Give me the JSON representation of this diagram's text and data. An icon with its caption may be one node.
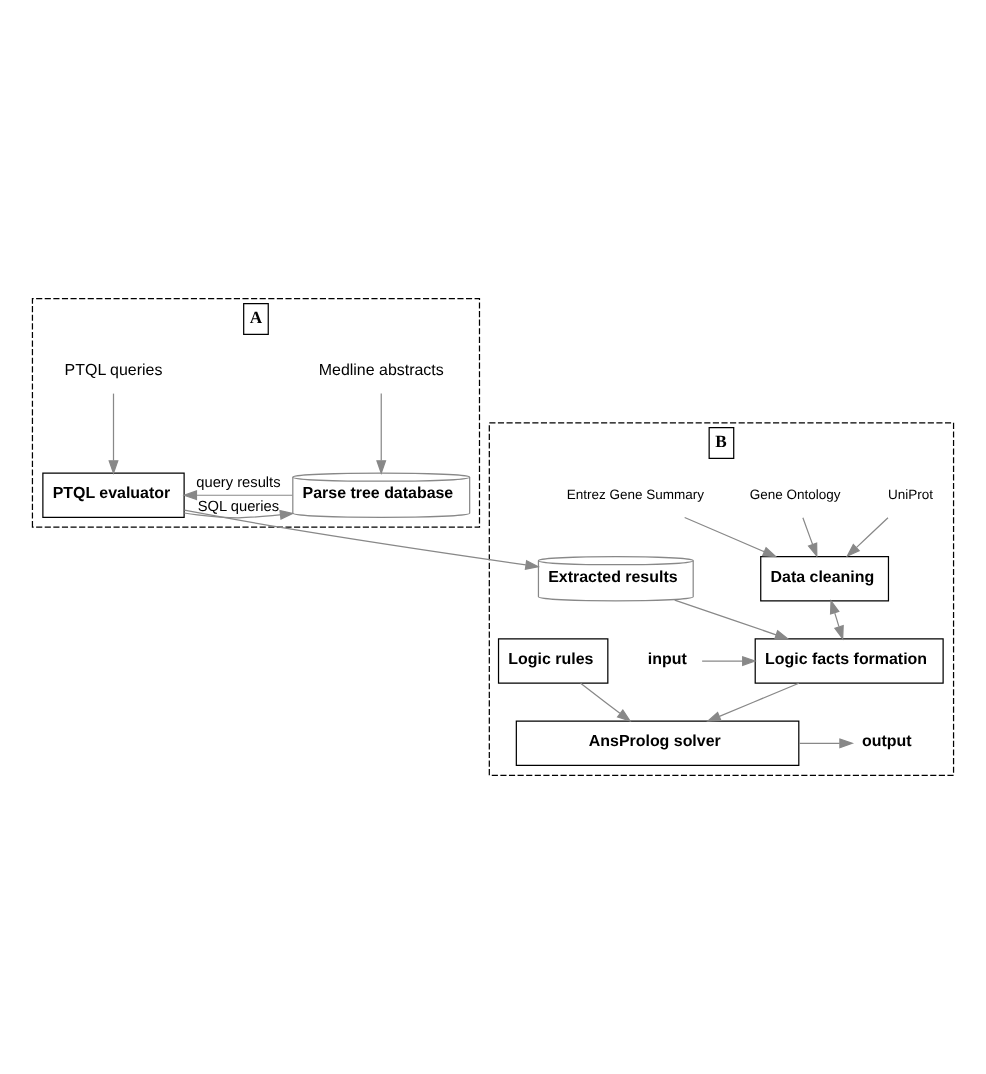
{
  "diagram": {
    "nodes": [
      {
        "text": [
          "A"
        ]
      },
      {
        "text": [
          "Medline abstracts"
        ],
        "in": 0
      },
      {
        "text": [
          "PTQL queries"
        ],
        "in": 0
      },
      {
        "text": [
          "Parse tree database"
        ],
        "in": 0
      },
      {
        "text": [
          "PTQL evaluator"
        ],
        "in": 0
      },
      {
        "text": [
          "B"
        ]
      },
      {
        "text": [
          "UniProt"
        ],
        "in": 5
      },
      {
        "text": [
          "Gene Ontology"
        ],
        "in": 5
      },
      {
        "text": [
          "Entrez Gene Summary"
        ],
        "in": 5
      },
      {
        "text": [
          "Data cleaning"
        ],
        "in": 5
      },
      {
        "text": [
          "Extracted results"
        ],
        "in": 5
      },
      {
        "text": [
          "input"
        ],
        "in": 5
      },
      {
        "text": [
          "Logic facts formation"
        ],
        "in": 5
      },
      {
        "text": [
          "Logic rules"
        ],
        "in": 5
      },
      {
        "text": [
          "output"
        ],
        "in": 5
      },
      {
        "text": [
          "AnsProlog solver"
        ],
        "in": 5
      }
    ],
    "edges": [
      {
        "from": 1,
        "to": 3,
        "arrow": "to"
      },
      {
        "from": 2,
        "to": 4,
        "arrow": "to"
      },
      {
        "from": 4,
        "to": 3,
        "arrow": "to",
        "label": "SQL queries"
      },
      {
        "from": 3,
        "to": 4,
        "arrow": "to",
        "label": "query results"
      },
      {
        "from": 4,
        "to": 10,
        "arrow": "to"
      },
      {
        "from": 6,
        "to": 9,
        "arrow": "to"
      },
      {
        "from": 7,
        "to": 9,
        "arrow": "to"
      },
      {
        "from": 8,
        "to": 9,
        "arrow": "to"
      },
      {
        "from": 9,
        "to": 12,
        "arrow": "both"
      },
      {
        "from": 10,
        "to": 12,
        "arrow": "to"
      },
      {
        "from": 11,
        "to": 12,
        "arrow": "to"
      },
      {
        "from": 12,
        "to": 15,
        "arrow": "to"
      },
      {
        "from": 13,
        "to": 15,
        "arrow": "to"
      },
      {
        "from": 15,
        "to": 14,
        "arrow": "to"
      }
    ]
  }
}
